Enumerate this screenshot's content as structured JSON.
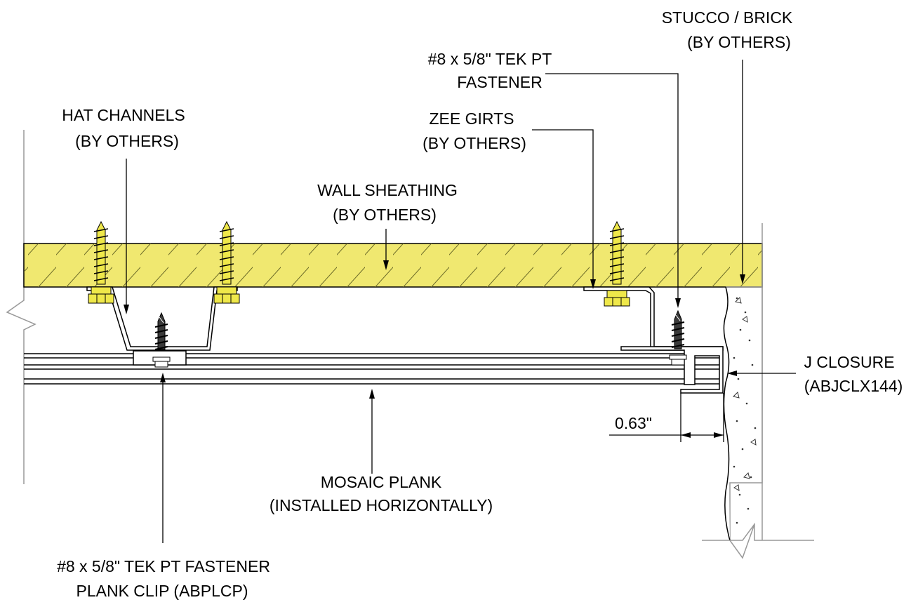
{
  "colors": {
    "background": "#ffffff",
    "linework": "#000000",
    "sheathing_fill": "#f0e870",
    "sheathing_hatch": "#6b6a28",
    "screw_yellow": "#efe84a",
    "fastener_dark": "#3a3a3a",
    "stucco_dots": "#333333",
    "wall_edge_gray": "#999999"
  },
  "labels": {
    "stucco_brick": {
      "line1": "STUCCO / BRICK",
      "line2": "(BY OTHERS)"
    },
    "tek_fastener_top": {
      "line1": "#8 x 5/8\" TEK PT",
      "line2": "FASTENER"
    },
    "hat_channels": {
      "line1": "HAT CHANNELS",
      "line2": "(BY OTHERS)"
    },
    "zee_girts": {
      "line1": "ZEE GIRTS",
      "line2": "(BY OTHERS)"
    },
    "wall_sheathing": {
      "line1": "WALL SHEATHING",
      "line2": "(BY OTHERS)"
    },
    "j_closure": {
      "line1": "J CLOSURE",
      "line2": "(ABJCLX144)"
    },
    "dimension": "0.63\"",
    "mosaic_plank": {
      "line1": "MOSAIC PLANK",
      "line2": "(INSTALLED HORIZONTALLY)"
    },
    "tek_fastener_bottom": {
      "line1": "#8 x 5/8\" TEK PT FASTENER",
      "line2": "PLANK CLIP (ABPLCP)"
    }
  },
  "icons": {
    "wood_screw": "yellow-wood-screw",
    "tek_screw": "dark-self-drilling-screw",
    "arrow": "leader-arrowhead",
    "break": "break-line"
  }
}
